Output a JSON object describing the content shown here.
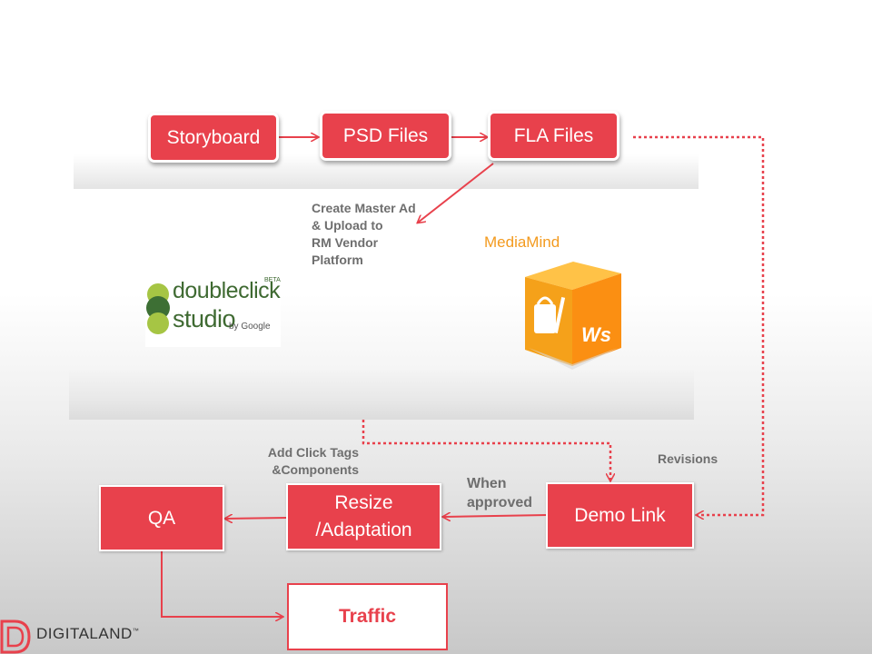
{
  "nodes": {
    "storyboard": "Storyboard",
    "psd": "PSD Files",
    "fla": "FLA Files",
    "demo": "Demo Link",
    "resize": "Resize /Adaptation",
    "qa": "QA",
    "traffic": "Traffic"
  },
  "notes": {
    "master": [
      "Create Master Ad",
      "& Upload to",
      "RM Vendor",
      "Platform"
    ],
    "click_tags": [
      "Add Click Tags",
      "&Components"
    ],
    "when": [
      "When",
      "approved"
    ],
    "revisions": "Revisions"
  },
  "logos": {
    "mediamind": "MediaMind",
    "doubleclick_line1": "doubleclick",
    "doubleclick_line2": "studio",
    "doubleclick_by": "by Google",
    "doubleclick_beta": "BETA",
    "ws_badge": "Ws",
    "company": "DIGITALAND",
    "company_tm": "™"
  },
  "colors": {
    "accent": "#e8414c",
    "note_text": "#6e6e6e",
    "mediamind": "#f39a1e"
  }
}
